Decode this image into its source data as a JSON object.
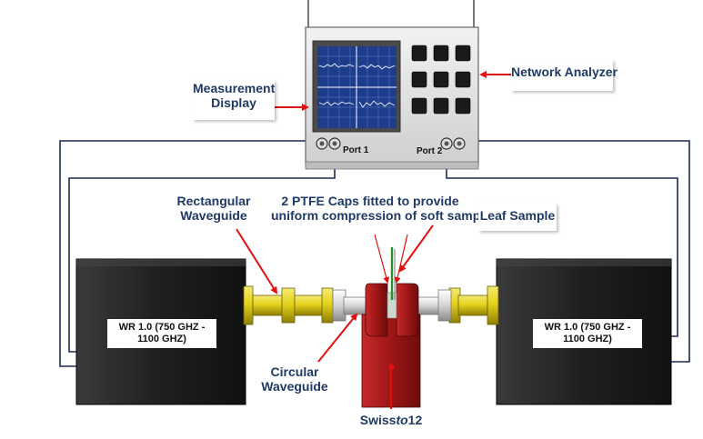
{
  "labels": {
    "measurement_display_line1": "Measurement",
    "measurement_display_line2": "Display",
    "network_analyzer": "Network Analyzer",
    "port1": "Port 1",
    "port2": "Port 2",
    "rect_waveguide_line1": "Rectangular",
    "rect_waveguide_line2": "Waveguide",
    "ptfe_line1": "2 PTFE Caps fitted to provide",
    "ptfe_line2": "uniform compression of soft sample",
    "leaf_sample": "Leaf Sample",
    "circular_waveguide_line1": "Circular",
    "circular_waveguide_line2": "Waveguide",
    "swissto12_prefix": "Swiss",
    "swissto12_italic": "to",
    "swissto12_suffix": "12",
    "left_module_line1": "WR 1.0 (750 GHZ -",
    "left_module_line2": "1100 GHZ)",
    "right_module_line1": "WR 1.0 (750 GHZ -",
    "right_module_line2": "1100 GHZ)"
  },
  "colors": {
    "label_text": "#1f3a66",
    "arrow": "#e01010",
    "cable": "#1b2a55",
    "module": "#222222",
    "waveguide_yellow": "#e6d21c",
    "holder_red": "#a01818",
    "screen_blue": "#1d3c8c"
  }
}
